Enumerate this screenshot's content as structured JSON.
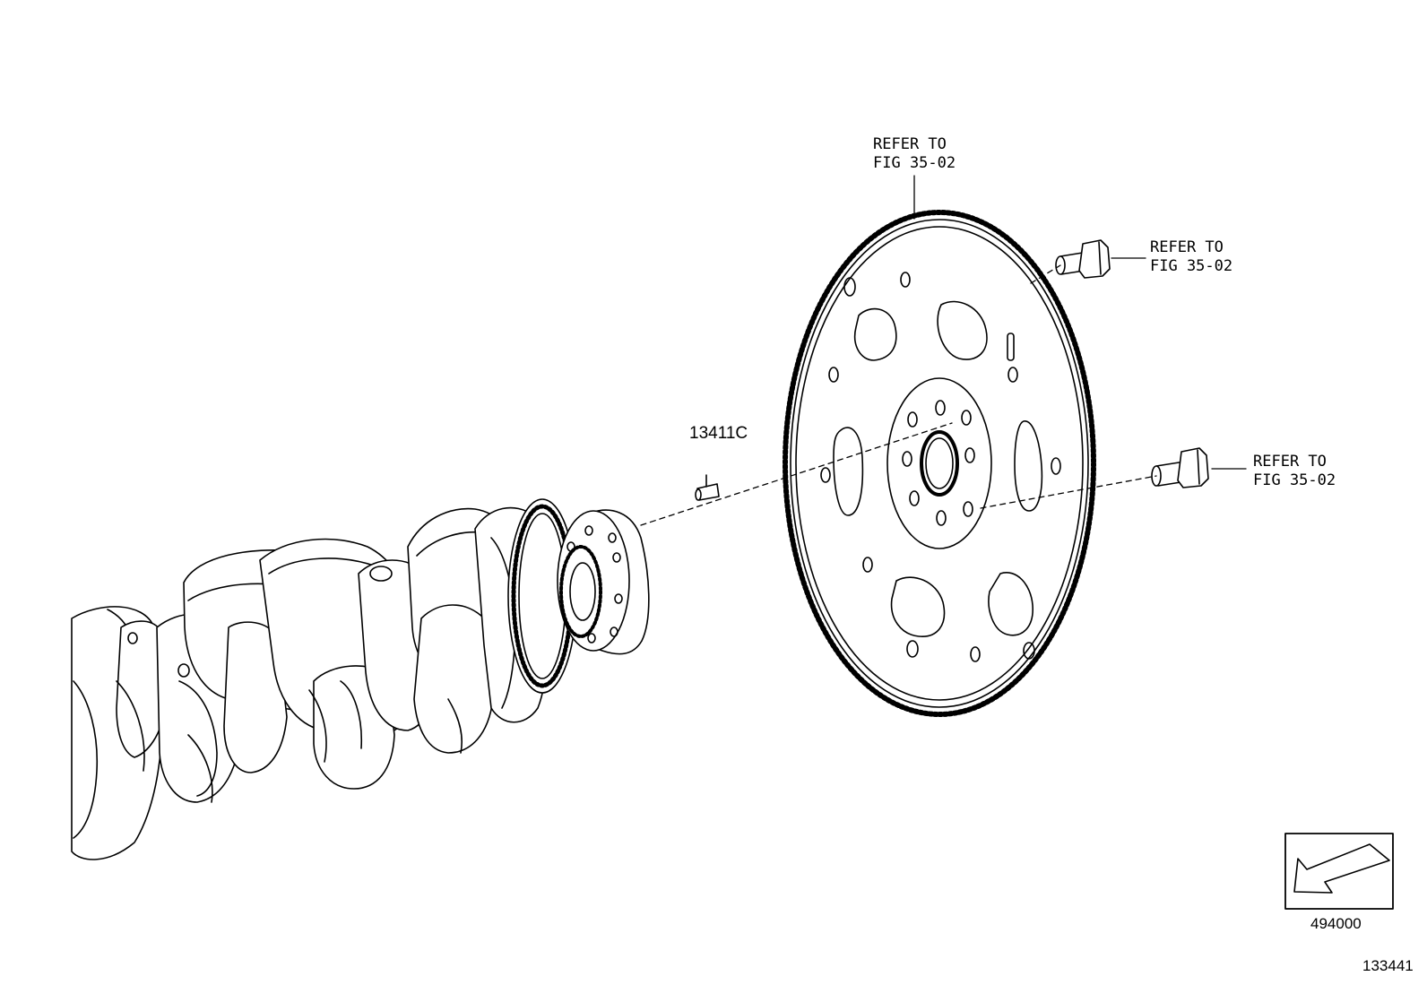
{
  "labels": {
    "ring_gear_ref": {
      "line1": "REFER TO",
      "line2": "FIG 35-02"
    },
    "bolt_upper_ref": {
      "line1": "REFER TO",
      "line2": "FIG 35-02"
    },
    "bolt_lower_ref": {
      "line1": "REFER TO",
      "line2": "FIG 35-02"
    }
  },
  "parts": {
    "pin_part_number": "13411C"
  },
  "view_ref": {
    "number": "494000"
  },
  "illustration_number": "133441"
}
